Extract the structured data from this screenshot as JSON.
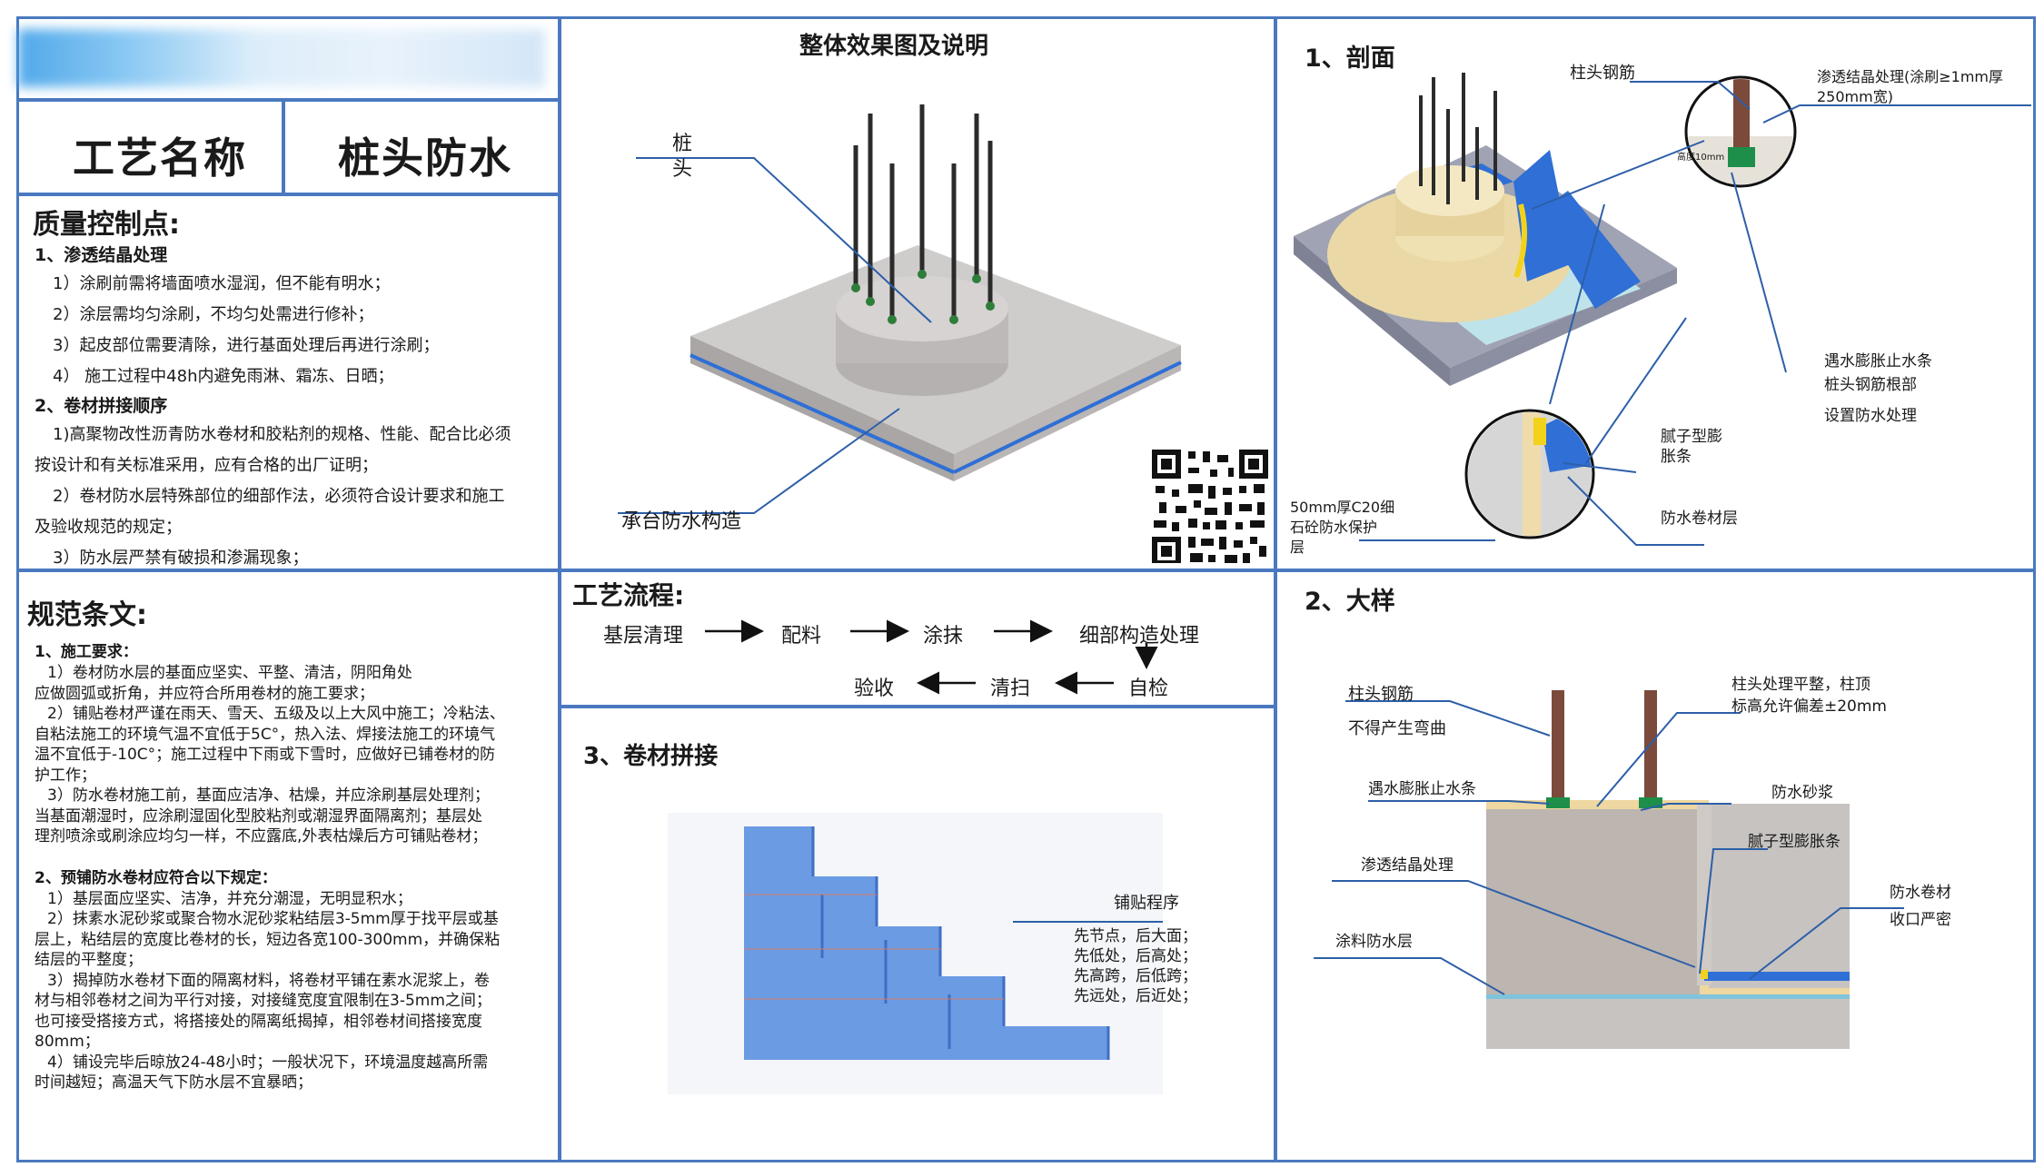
{
  "title_block": {
    "process_label": "工艺名称",
    "process_value": "桩头防水"
  },
  "quality": {
    "heading": "质量控制点:",
    "sections": [
      {
        "title": "1、渗透结晶处理",
        "items": [
          "1）涂刷前需将墙面喷水湿润，但不能有明水；",
          "2）涂层需均匀涂刷，不均匀处需进行修补；",
          "3）起皮部位需要清除，进行基面处理后再进行涂刷；",
          "4） 施工过程中48h内避免雨淋、霜冻、日晒；"
        ]
      },
      {
        "title": "2、卷材拼接顺序",
        "items": [
          "1)高聚物改性沥青防水卷材和胶粘剂的规格、性能、配合比必须",
          "按设计和有关标准采用，应有合格的出厂证明；",
          "2）卷材防水层特殊部位的细部作法，必须符合设计要求和施工",
          "及验收规范的规定；",
          "3）防水层严禁有破损和渗漏现象；"
        ]
      }
    ]
  },
  "spec": {
    "heading": "规范条文:",
    "s1_title": "1、施工要求：",
    "s1_lines": [
      "1）卷材防水层的基面应坚实、平整、清洁，阴阳角处",
      "应做圆弧或折角，并应符合所用卷材的施工要求；",
      "2）铺贴卷材严谨在雨天、雪天、五级及以上大风中施工；冷粘法、",
      "自粘法施工的环境气温不宜低于5C°，热入法、焊接法施工的环境气",
      "温不宜低于-10C°；施工过程中下雨或下雪时，应做好已铺卷材的防",
      "护工作；",
      "3）防水卷材施工前，基面应洁净、枯燥，并应涂刷基层处理剂；",
      "当基面潮湿时，应涂刷湿固化型胶粘剂或潮湿界面隔离剂；基层处",
      "理剂喷涂或刷涂应均匀一样，不应露底,外表枯燥后方可铺贴卷材；"
    ],
    "s2_title": "2、预铺防水卷材应符合以下规定：",
    "s2_lines": [
      "1）基层面应坚实、洁净，并充分潮湿，无明显积水；",
      "2）抹素水泥砂浆或聚合物水泥砂浆粘结层3-5mm厚于找平层或基",
      "层上，粘结层的宽度比卷材的长，短边各宽100-300mm，并确保粘",
      "结层的平整度；",
      "3）揭掉防水卷材下面的隔离材料，将卷材平铺在素水泥浆上，卷",
      "材与相邻卷材之间为平行对接，对接缝宽度宜限制在3-5mm之间；",
      "也可接受搭接方式，将搭接处的隔离纸揭掉，相邻卷材间搭接宽度",
      "80mm；",
      "4）铺设完毕后晾放24-48小时；一般状况下，环境温度越高所需",
      "时间越短；高温天气下防水层不宜暴晒；"
    ]
  },
  "overall": {
    "title": "整体效果图及说明",
    "pile_head": [
      "桩",
      "头"
    ],
    "cap": "承台防水构造"
  },
  "flow": {
    "title": "工艺流程:",
    "row1": [
      "基层清理",
      "配料",
      "涂抹",
      "细部构造处理"
    ],
    "row2": [
      "验收",
      "清扫",
      "自检"
    ]
  },
  "joint": {
    "title": "3、卷材拼接",
    "proc_title": "铺贴程序",
    "proc_lines": [
      "先节点，后大面；",
      "先低处，后高处；",
      "先高跨，后低跨；",
      "先远处，后近处；"
    ]
  },
  "section": {
    "title": "1、剖面",
    "rebar": "柱头钢筋",
    "crystal": [
      "渗透结晶处理(涂刷≥1mm厚",
      "250mm宽)"
    ],
    "height_tag": "高度10mm",
    "swell": [
      "遇水膨胀止水条",
      "桩头钢筋根部",
      "设置防水处理"
    ],
    "putty": [
      "腻子型膨",
      "胀条"
    ],
    "membrane": "防水卷材层",
    "protect": [
      "50mm厚C20细",
      "石砼防水保护",
      "层"
    ]
  },
  "detail": {
    "title": "2、大样",
    "rebar": [
      "柱头钢筋",
      "不得产生弯曲"
    ],
    "top": [
      "柱头处理平整，柱顶",
      "标高允许偏差±20mm"
    ],
    "swell": "遇水膨胀止水条",
    "mortar": "防水砂浆",
    "putty": "腻子型膨胀条",
    "crystal": "渗透结晶处理",
    "membrane": [
      "防水卷材",
      "收口严密"
    ],
    "coating": "涂料防水层"
  },
  "colors": {
    "frame": "#4a79c0",
    "membrane": "#2f6fd6",
    "concrete": "#c9c6c4",
    "mortar": "#e8d6a8"
  }
}
